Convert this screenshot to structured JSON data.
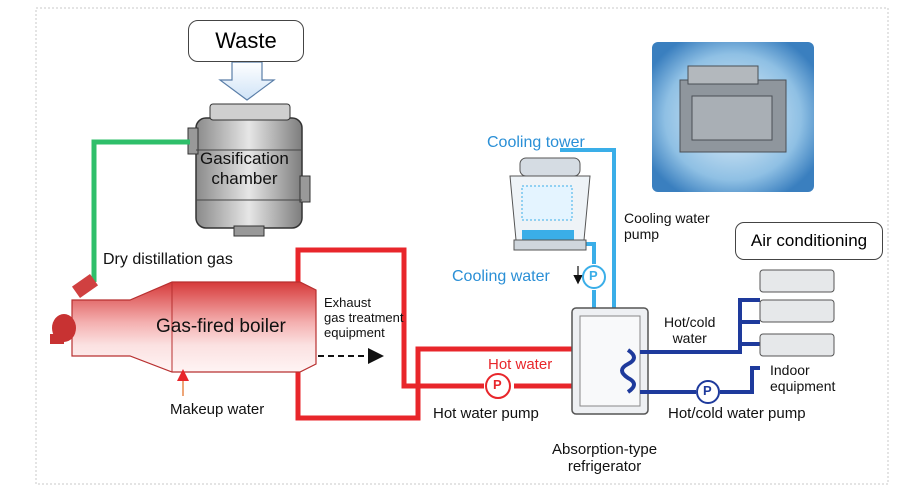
{
  "diagram": {
    "waste": "Waste",
    "gasification_chamber": [
      "Gasification",
      "chamber"
    ],
    "dry_distillation_gas": "Dry distillation gas",
    "gas_fired_boiler": "Gas-fired boiler",
    "exhaust": [
      "Exhaust",
      "gas treatment",
      "equipment"
    ],
    "makeup_water": "Makeup water",
    "cooling_tower": "Cooling tower",
    "cooling_water_pump": [
      "Cooling water",
      "pump"
    ],
    "cooling_water": "Cooling water",
    "hot_water": "Hot water",
    "hot_water_pump": "Hot water pump",
    "hot_cold_water": [
      "Hot/cold",
      "water"
    ],
    "air_conditioning": "Air conditioning",
    "indoor_equipment": [
      "Indoor",
      "equipment"
    ],
    "hot_cold_water_pump": "Hot/cold water pump",
    "absorption_refrigerator": [
      "Absorption-type",
      "refrigerator"
    ],
    "pump_symbol": "P"
  },
  "colors": {
    "hot_pipe": "#e8262b",
    "cold_pipe": "#1e3a9c",
    "cooling_pipe": "#3aaee8",
    "gas_pipe": "#2fbf6a",
    "cooling_text": "#2a8fd6",
    "hot_text": "#e8262b"
  }
}
